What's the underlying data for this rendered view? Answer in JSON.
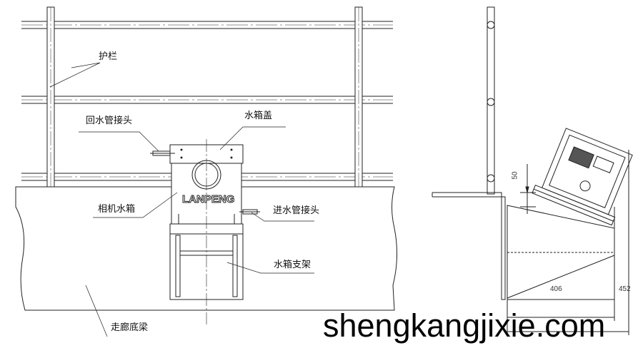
{
  "front_view": {
    "labels": {
      "guardrail": "护栏",
      "return_pipe_joint": "回水管接头",
      "tank_cover": "水箱盖",
      "camera_tank": "相机水箱",
      "inlet_pipe_joint": "进水管接头",
      "tank_bracket": "水箱支架",
      "corridor_beam": "走廊底梁"
    },
    "brand": "LANPENG"
  },
  "side_view": {
    "dimensions": {
      "gap": "50",
      "inner_width": "406",
      "outer_width": "452"
    }
  },
  "watermark": "shengkangjixie.com"
}
